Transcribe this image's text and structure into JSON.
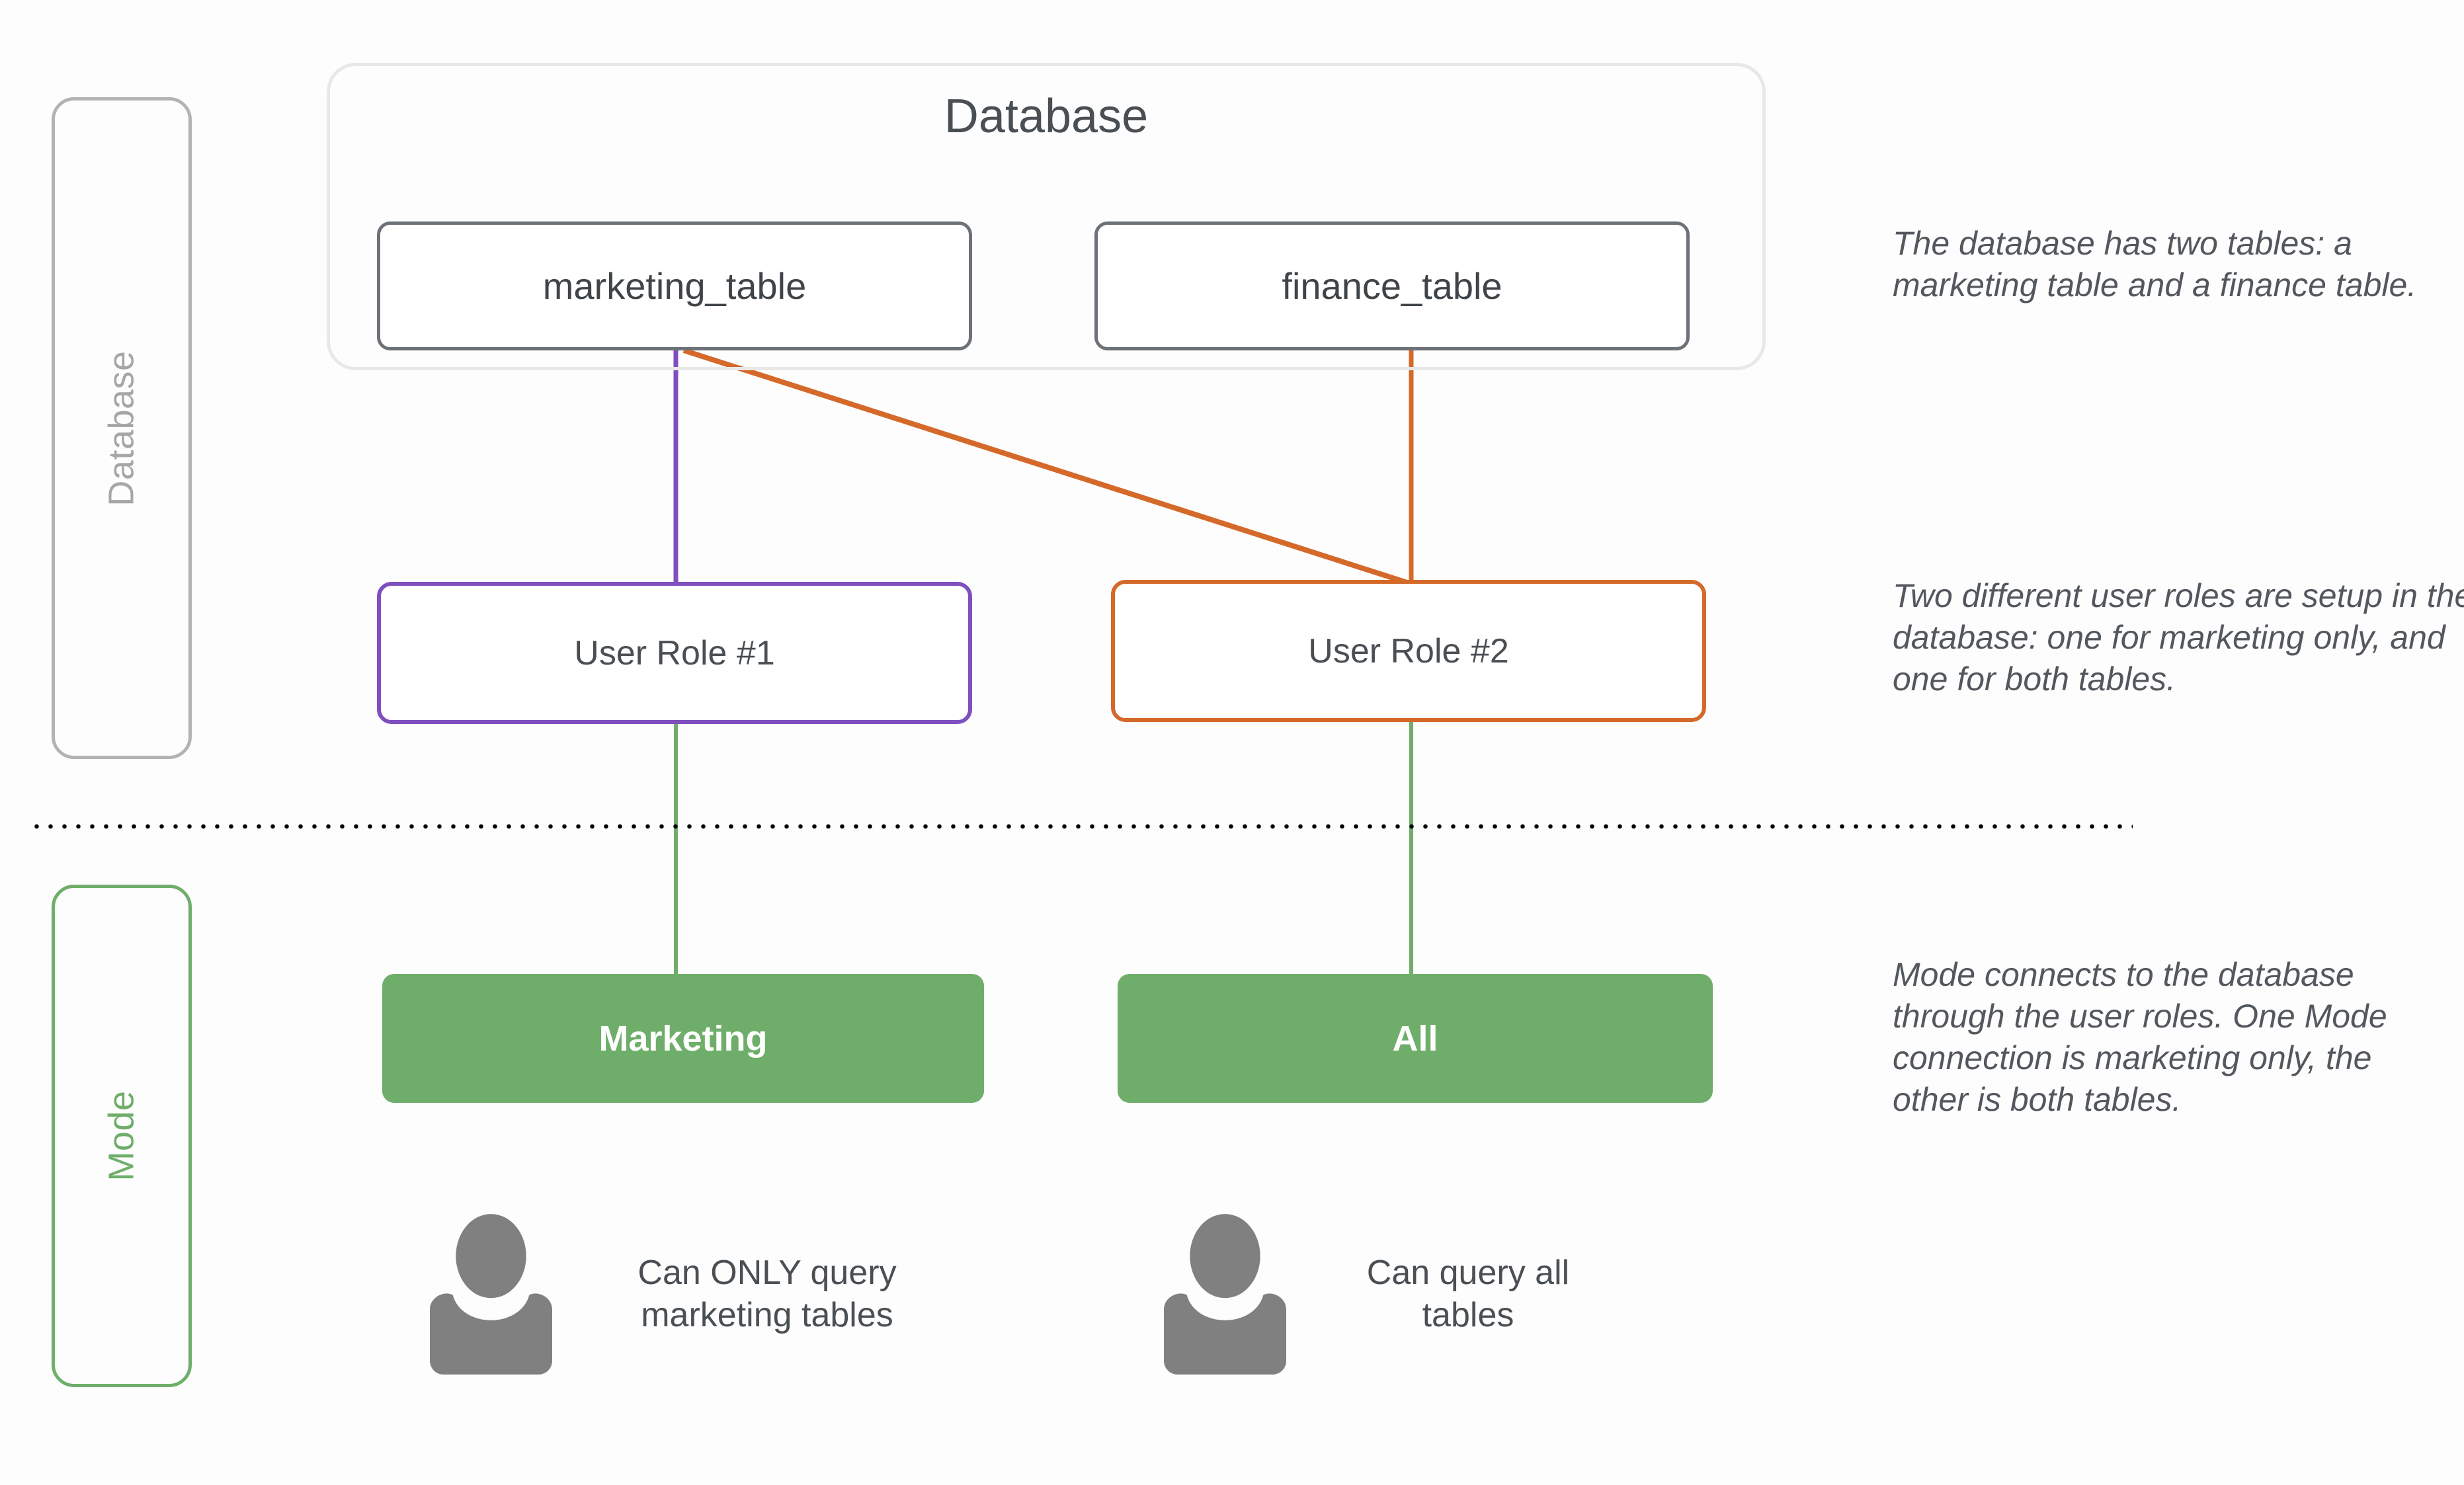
{
  "rails": [
    {
      "name": "database",
      "label": "Database",
      "color": "#a6a6a6"
    },
    {
      "name": "mode",
      "label": "Mode",
      "color": "#6fae6a"
    }
  ],
  "database": {
    "title": "Database",
    "border_color": "#e8e8e8",
    "tables": [
      {
        "label": "marketing_table",
        "border_color": "#6d7278"
      },
      {
        "label": "finance_table",
        "border_color": "#6d7278"
      }
    ]
  },
  "roles": [
    {
      "label": "User Role #1",
      "border_color": "#7f4fbf"
    },
    {
      "label": "User Role #2",
      "border_color": "#d4692a"
    }
  ],
  "connections": [
    {
      "label": "Marketing",
      "fill_color": "#6fae6a",
      "text_color": "#ffffff"
    },
    {
      "label": "All",
      "fill_color": "#6fae6a",
      "text_color": "#ffffff"
    }
  ],
  "people": [
    {
      "icon": "person-icon",
      "caption": "Can ONLY query\nmarketing tables",
      "icon_color": "#808080"
    },
    {
      "icon": "person-icon",
      "caption": "Can query all\ntables",
      "icon_color": "#808080"
    }
  ],
  "annotations": [
    "The database has two tables: a marketing table and a finance table.",
    "Two different user roles are setup in the database: one for marketing only, and one for both tables.",
    "Mode connects to the database through the user roles. One Mode connection is marketing only, the other is both tables."
  ],
  "divider": {
    "style": "dotted",
    "color": "#000000"
  },
  "wires": [
    {
      "from": "marketing_table",
      "to": "User Role #1",
      "color": "#7f4fbf"
    },
    {
      "from": "marketing_table",
      "to": "User Role #2",
      "color": "#d4692a"
    },
    {
      "from": "finance_table",
      "to": "User Role #2",
      "color": "#d4692a"
    },
    {
      "from": "User Role #1",
      "to": "Marketing",
      "color": "#6fae6a"
    },
    {
      "from": "User Role #2",
      "to": "All",
      "color": "#6fae6a"
    }
  ]
}
